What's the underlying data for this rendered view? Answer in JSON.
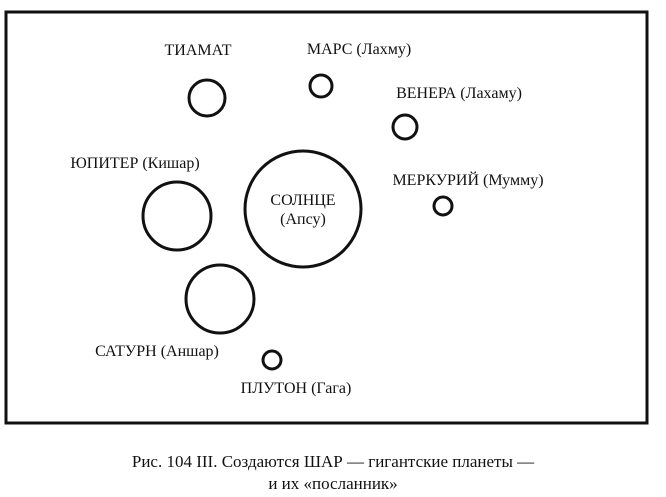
{
  "diagram": {
    "planets": [
      {
        "id": "tiamat",
        "label": "ТИАМАТ"
      },
      {
        "id": "mars",
        "label": "МАРС (Лахму)"
      },
      {
        "id": "venus",
        "label": "ВЕНЕРА (Лахаму)"
      },
      {
        "id": "jupiter",
        "label": "ЮПИТЕР (Кишар)"
      },
      {
        "id": "mercury",
        "label": "МЕРКУРИЙ (Мумму)"
      },
      {
        "id": "saturn",
        "label": "САТУРН (Аншар)"
      },
      {
        "id": "pluto",
        "label": "ПЛУТОН (Гага)"
      }
    ],
    "sun": {
      "label_line1": "СОЛНЦЕ",
      "label_line2": "(Апсу)"
    }
  },
  "caption": {
    "line1": "Рис. 104 III. Создаются ШАР — гигантские планеты —",
    "line2": "и их «посланник»"
  },
  "colors": {
    "ink": "#111111",
    "paper": "#ffffff"
  }
}
